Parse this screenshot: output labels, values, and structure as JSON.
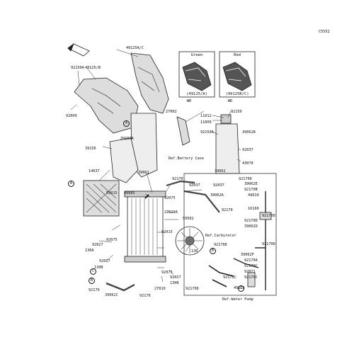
{
  "diagram_code": "C5552",
  "front_label": "FRONT",
  "inset_boxes": {
    "left": {
      "color": "Green",
      "caption": "(49125/A)",
      "sub": "WD"
    },
    "right": {
      "color": "Red",
      "caption": "(49125B/C)",
      "sub": "WD"
    }
  },
  "refs": {
    "battery_case": "Ref.Battery Case",
    "carburetor": "Ref.Carburetor",
    "water_pump": "Ref.Water Pump"
  },
  "callouts": {
    "A": "A",
    "B": "B",
    "C": "C"
  },
  "part_labels": {
    "p49125ac": "49125A/C",
    "p92150a": "92150A",
    "p49125b": "49125/B",
    "p92009": "92009",
    "p27002": "27002",
    "p11012": "11012",
    "p11009": "11009",
    "p92150": "92150",
    "p92150a2": "92150A",
    "p39062b": "39062B",
    "p92037a": "92037",
    "p43078": "43078",
    "p39156a": "39156A",
    "p39156": "39156",
    "p14037": "14037",
    "p39061": "39061",
    "p92170a": "92170",
    "p39062": "39062",
    "p92037b": "92037",
    "p92037c": "92037",
    "p39062a": "39062A",
    "p49085": "49085",
    "p92015a": "92015",
    "p92075a": "92075",
    "p27010a": "27010A",
    "p59502": "59502",
    "p92170b": "92170",
    "p92015b": "92015",
    "p92075b": "92075",
    "p92027a": "92027",
    "p130a": "130A",
    "p92027b": "92027",
    "p130b": "130B",
    "p130": "130",
    "p92075c": "92075",
    "p92027c": "92027",
    "p130bb": "130B",
    "p27010": "27010",
    "p92170c": "92170",
    "p39062c": "39062C",
    "p92170d": "92170",
    "p92170h": "92170D",
    "p39062e": "39062E",
    "p92170e": "92170B",
    "p49019": "49019",
    "p16160": "16160",
    "p92170f": "92170D",
    "p39062d": "39062D",
    "p92170g": "92170D",
    "p39062f": "39062F",
    "p92170i": "92170A",
    "p92170j": "92170C",
    "p92071": "92071",
    "p92170k": "92170C",
    "p92170l": "92170C",
    "p49116": "49116",
    "p92170m": "92170D",
    "p92170n": "92170D",
    "p92170o": "92170D"
  }
}
